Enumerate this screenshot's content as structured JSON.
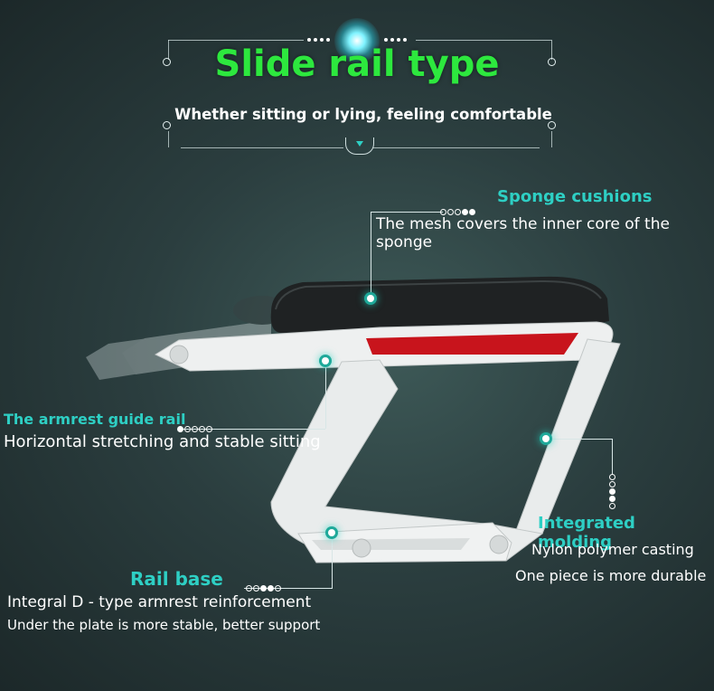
{
  "header": {
    "title": "Slide rail type",
    "subtitle": "Whether sitting or lying, feeling comfortable"
  },
  "features": {
    "sponge": {
      "title": "Sponge cushions",
      "desc": "The mesh covers the inner core of the sponge"
    },
    "guide_rail": {
      "title": "The armrest guide rail",
      "desc": "Horizontal stretching and stable sitting"
    },
    "molding": {
      "title": "Integrated molding",
      "line1": "Nylon polymer casting",
      "line2": "One piece is more durable"
    },
    "rail_base": {
      "title": "Rail base",
      "line1": "Integral D - type armrest reinforcement",
      "line2": "Under the plate is more stable, better support"
    }
  },
  "colors": {
    "title_green": "#2de83e",
    "accent_teal": "#2ecfc4",
    "background": "#2b3e3f",
    "armrest_white": "#e9ecec",
    "reflector_red": "#c8141c"
  },
  "icons": [
    "glow-emblem-icon",
    "marker-icon"
  ]
}
